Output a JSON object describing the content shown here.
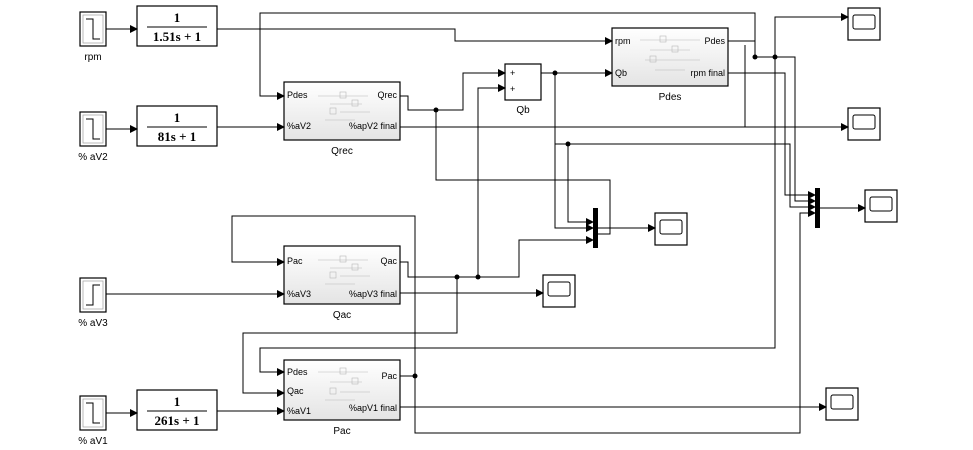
{
  "sources": {
    "rpm": "rpm",
    "av2": "% aV2",
    "av3": "% aV3",
    "av1": "% aV1"
  },
  "transfer_functions": {
    "tf_rpm": {
      "num": "1",
      "den": "1.51s + 1"
    },
    "tf_av2": {
      "num": "1",
      "den": "81s + 1"
    },
    "tf_av1": {
      "num": "1",
      "den": "261s + 1"
    }
  },
  "subsystems": {
    "qrec": {
      "name": "Qrec",
      "in1": "Pdes",
      "in2": "%aV2",
      "out1": "Qrec",
      "out2": "%apV2 final"
    },
    "pdes": {
      "name": "Pdes",
      "in1": "rpm",
      "in2": "Qb",
      "out1": "Pdes",
      "out2": "rpm final"
    },
    "qac": {
      "name": "Qac",
      "in1": "Pac",
      "in2": "%aV3",
      "out1": "Qac",
      "out2": "%apV3 final"
    },
    "pac": {
      "name": "Pac",
      "in1": "Pdes",
      "in2": "Qac",
      "in3": "%aV1",
      "out1": "Pac",
      "out2": "%apV1 final"
    }
  },
  "sum_block": {
    "name": "Qb",
    "sign1": "+",
    "sign2": "+"
  }
}
